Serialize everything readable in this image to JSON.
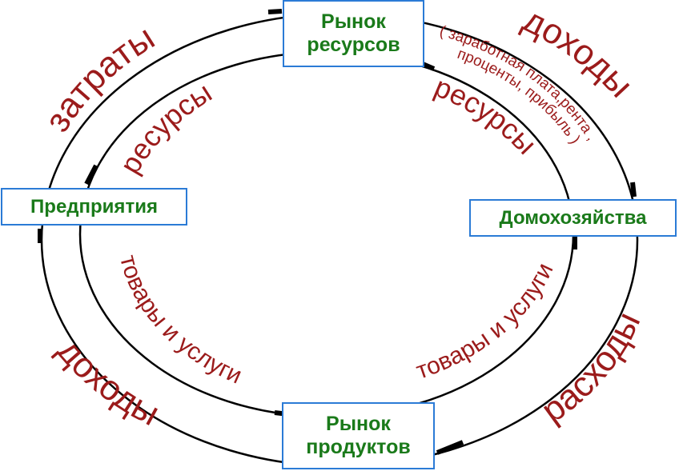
{
  "colors": {
    "curve_text": "#9b1b1b",
    "box_text": "#1a7a1a",
    "box_border": "#2b7bd6",
    "line": "#000000"
  },
  "boxes": {
    "resource_market": {
      "line1": "Рынок",
      "line2": "ресурсов"
    },
    "enterprises": {
      "label": "Предприятия"
    },
    "households": {
      "label": "Домохозяйства"
    },
    "product_market": {
      "line1": "Рынок",
      "line2": "продуктов"
    }
  },
  "flows": {
    "costs": "затраты",
    "income_top": "доходы",
    "income_detail_1": "( заработная плата,рента ,",
    "income_detail_2": "проценты, прибыль )",
    "resources_left": "ресурсы",
    "resources_right": "ресурсы",
    "goods_left": "товары и услуги",
    "goods_right": "товары и услуги",
    "income_bottom": "доходы",
    "expenses": "расходы"
  }
}
